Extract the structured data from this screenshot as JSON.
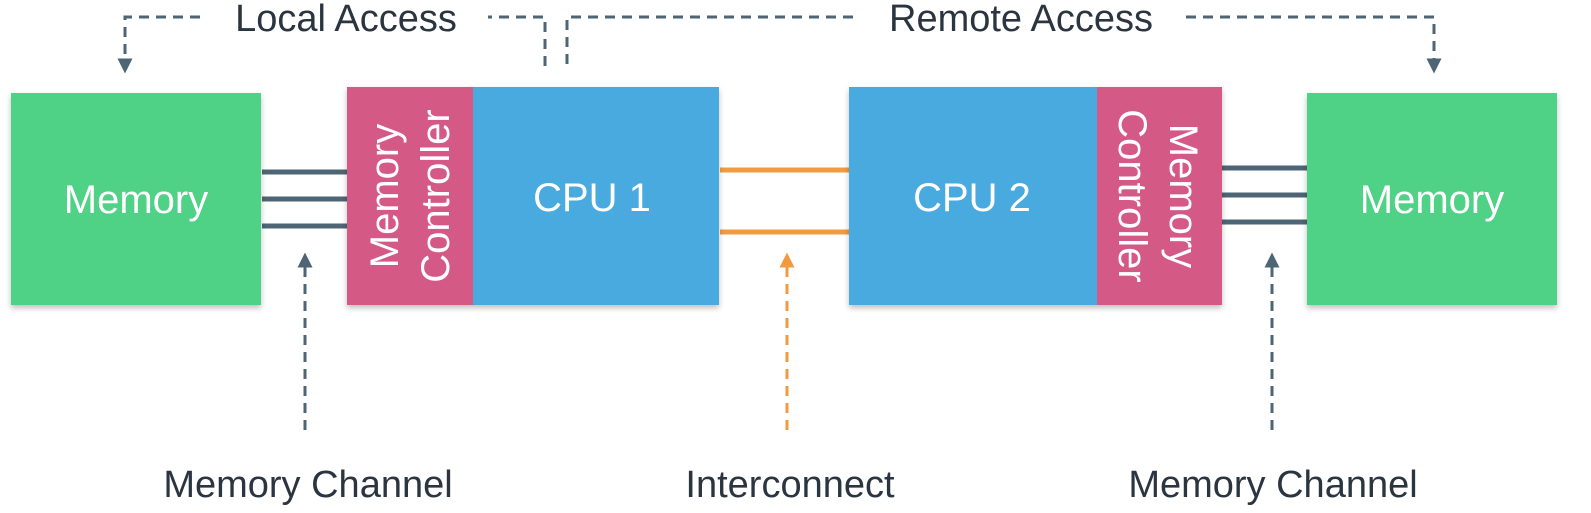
{
  "labels": {
    "local_access": "Local Access",
    "remote_access": "Remote Access",
    "memory_left": "Memory",
    "memory_right": "Memory",
    "mc_left_line1": "Memory",
    "mc_left_line2": "Controller",
    "mc_right_line1": "Memory",
    "mc_right_line2": "Controller",
    "cpu1": "CPU 1",
    "cpu2": "CPU 2",
    "channel_left": "Memory Channel",
    "interconnect": "Interconnect",
    "channel_right": "Memory Channel"
  },
  "colors": {
    "memory": "#50d186",
    "controller": "#d45a85",
    "cpu": "#4aaae0",
    "channel": "#4d6574",
    "interconnect": "#f29a3f",
    "text": "#2a3540",
    "white": "#ffffff"
  }
}
